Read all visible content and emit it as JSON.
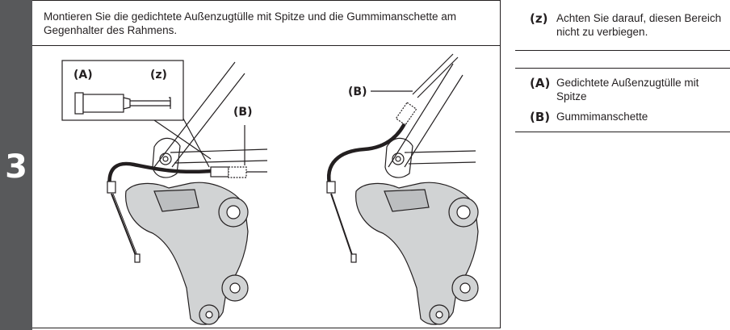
{
  "step": {
    "number": "3"
  },
  "instruction": "Montieren Sie die gedichtete Außenzugtülle mit Spitze und die Gummimanschette am Gegenhalter des Rahmens.",
  "illustration": {
    "callouts": {
      "a": "(A)",
      "z": "(z)",
      "b_left": "(B)",
      "b_right": "(B)"
    },
    "colors": {
      "part_gray": "#d1d3d4",
      "cable": "#231f20",
      "line": "#231f20"
    }
  },
  "notes": [
    {
      "key": "(z)",
      "text": "Achten Sie darauf, diesen Bereich nicht zu verbiegen."
    }
  ],
  "legend": [
    {
      "key": "(A)",
      "text": "Gedichtete Außenzugtülle mit Spitze"
    },
    {
      "key": "(B)",
      "text": "Gummimanschette"
    }
  ]
}
